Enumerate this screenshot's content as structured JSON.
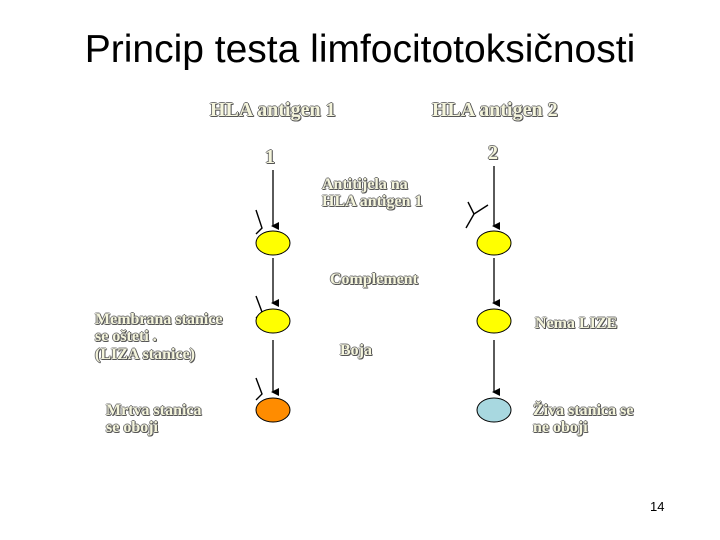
{
  "title": "Princip testa limfocitotoksičnosti",
  "antigen1": "HLA antigen 1",
  "antigen2": "HLA antigen 2",
  "marker1": "1",
  "marker2": "2",
  "antibody_label": "Antitijela na\nHLA  antigen  1",
  "complement": "Complement",
  "membrane_label": "Membrana stanice\nse ošteti .\n(LIZA stanice)",
  "no_lysis": "Nema LIZE",
  "dye": "Boja",
  "dead_cell": "Mrtva stanica\nse oboji",
  "live_cell": "Živa stanica se\nne oboji",
  "page_number": "14",
  "colors": {
    "cell": "#ffff00",
    "dead_cell": "#ff8c00",
    "live_cell": "#a8d8e0",
    "arrow": "#000000"
  }
}
